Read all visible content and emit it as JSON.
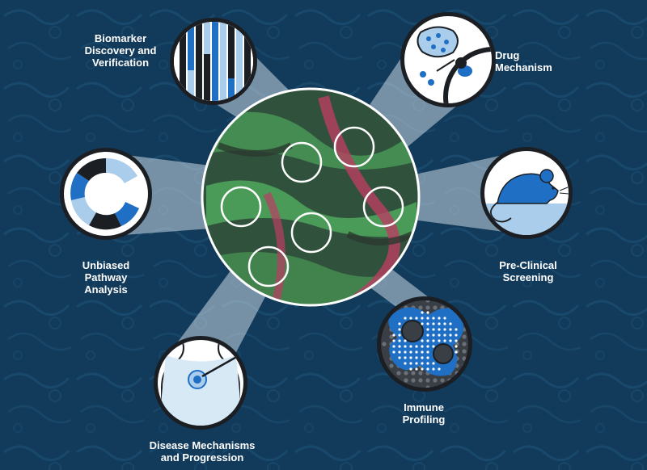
{
  "colors": {
    "background": "#123a5a",
    "background_texture": "#1d5277",
    "accent_blue": "#1f6fc5",
    "light_blue": "#a9cdea",
    "dark": "#1b1f24",
    "tissue_green": "#2f8a3e",
    "tissue_red": "#b0244e",
    "beam": "#d9e6ef"
  },
  "labels": {
    "biomarker": "Biomarker\nDiscovery and\nVerification",
    "drug": "Drug\nMechanism",
    "pathway": "Unbiased\nPathway\nAnalysis",
    "preclinical": "Pre-Clinical\nScreening",
    "disease": "Disease Mechanisms\nand Progression",
    "immune": "Immune\nProfiling"
  },
  "icons": {
    "biomarker": "barcode-stripes-icon",
    "drug": "cell-receptor-icon",
    "pathway": "ring-segments-icon",
    "preclinical": "mouse-icon",
    "disease": "human-body-target-icon",
    "immune": "immune-cells-icon"
  }
}
